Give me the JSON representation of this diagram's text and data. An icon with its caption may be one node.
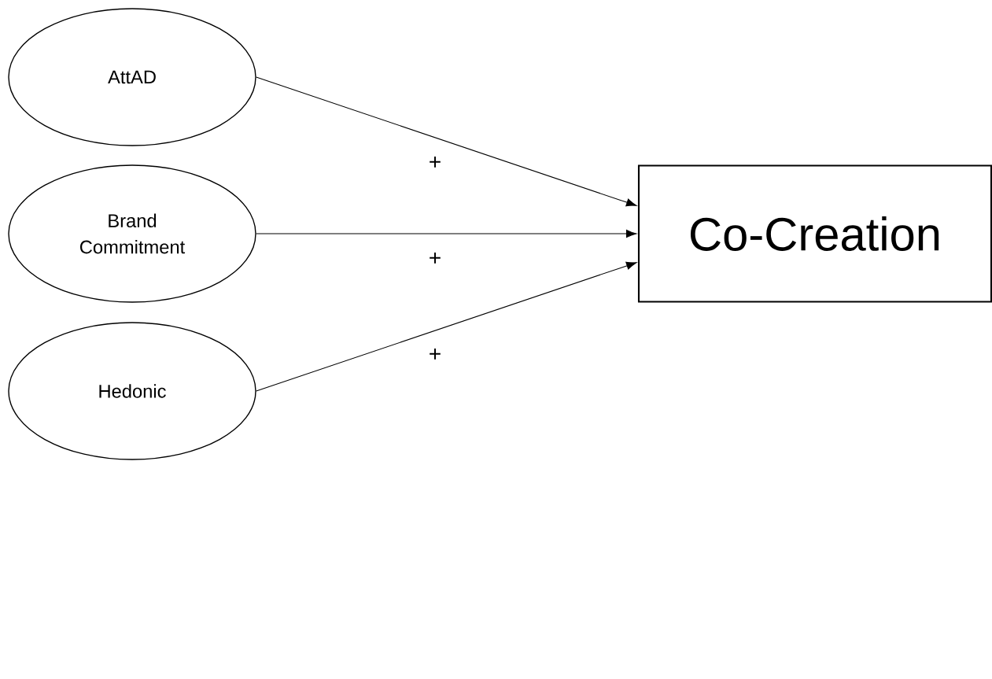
{
  "diagram": {
    "nodes": [
      {
        "text": [
          "AttAD"
        ]
      },
      {
        "text": [
          "Brand Commitment"
        ]
      },
      {
        "text": [
          "Hedonic"
        ]
      },
      {
        "text": [
          "Co-Creation"
        ]
      }
    ],
    "edges": [
      {
        "from": 0,
        "to": 3,
        "arrow": "to",
        "label": "+"
      },
      {
        "from": 1,
        "to": 3,
        "arrow": "to",
        "label": "+"
      },
      {
        "from": 2,
        "to": 3,
        "arrow": "to",
        "label": "+"
      }
    ]
  }
}
